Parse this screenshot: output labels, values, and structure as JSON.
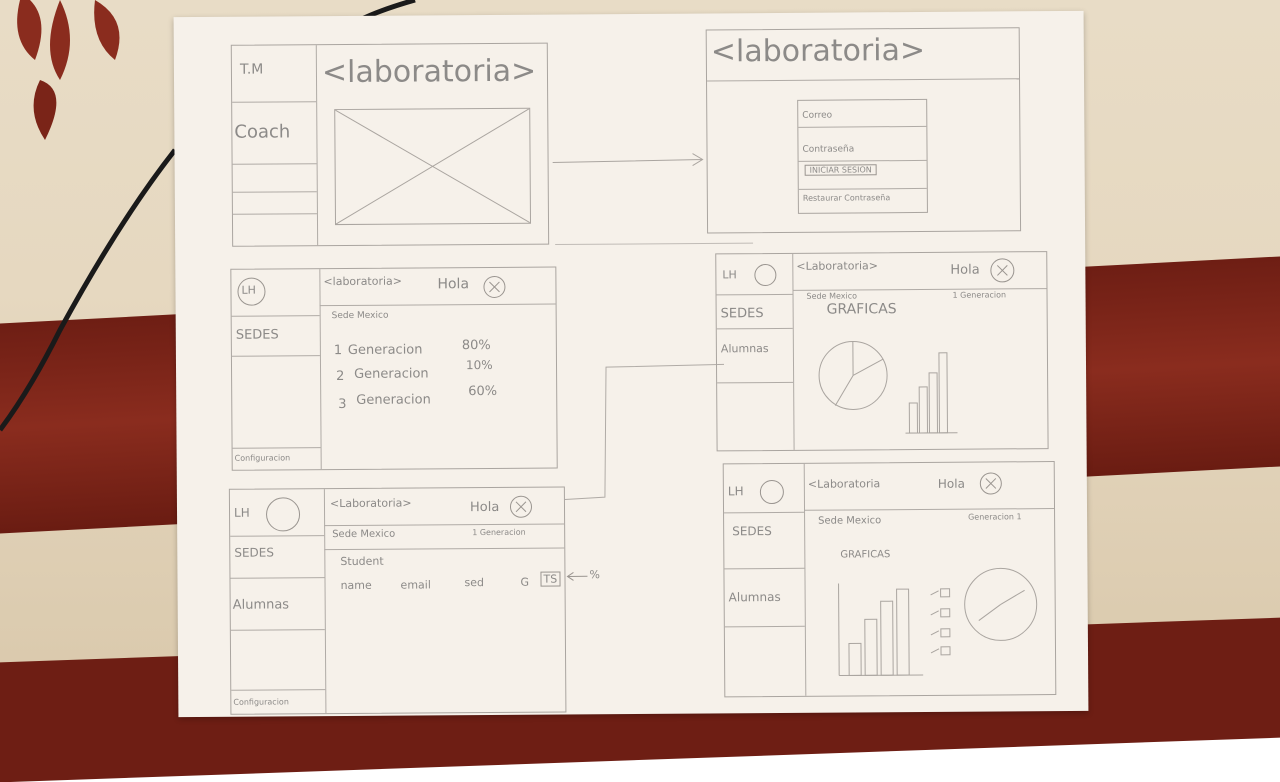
{
  "frame1": {
    "nav": [
      "T.M",
      "Coach"
    ],
    "title": "<laboratoria>"
  },
  "frame2": {
    "title": "<laboratoria>",
    "fields": [
      "Correo",
      "Contraseña"
    ],
    "button": "INICIAR SESION",
    "link": "Restaurar Contraseña"
  },
  "frame3": {
    "logo": "LH",
    "title": "<laboratoria>",
    "greeting": "Hola",
    "nav": [
      "SEDES"
    ],
    "footer": "Configuracion",
    "sede": "Sede Mexico",
    "generations": [
      {
        "num": "1",
        "name": "Generacion",
        "pct": "80%"
      },
      {
        "num": "2",
        "name": "Generacion",
        "pct": "10%"
      },
      {
        "num": "3",
        "name": "Generacion",
        "pct": "60%"
      }
    ]
  },
  "frame4": {
    "logo": "LH",
    "title": "<Laboratoria>",
    "greeting": "Hola",
    "nav": [
      "SEDES",
      "Alumnas"
    ],
    "sede": "Sede Mexico",
    "generation": "1 Generacion",
    "chart_title": "GRAFICAS"
  },
  "frame5": {
    "logo": "LH",
    "title": "<Laboratoria>",
    "greeting": "Hola",
    "nav": [
      "SEDES",
      "Alumnas"
    ],
    "footer": "Configuracion",
    "sede": "Sede Mexico",
    "generation": "1 Generacion",
    "section": "Student",
    "columns": [
      "name",
      "email",
      "sed",
      "G",
      "TS"
    ],
    "extra": "%"
  },
  "frame6": {
    "logo": "LH",
    "title": "<Laboratoria",
    "greeting": "Hola",
    "nav": [
      "SEDES",
      "Alumnas"
    ],
    "sede": "Sede Mexico",
    "generation": "Generacion 1",
    "chart_title": "GRAFICAS"
  }
}
